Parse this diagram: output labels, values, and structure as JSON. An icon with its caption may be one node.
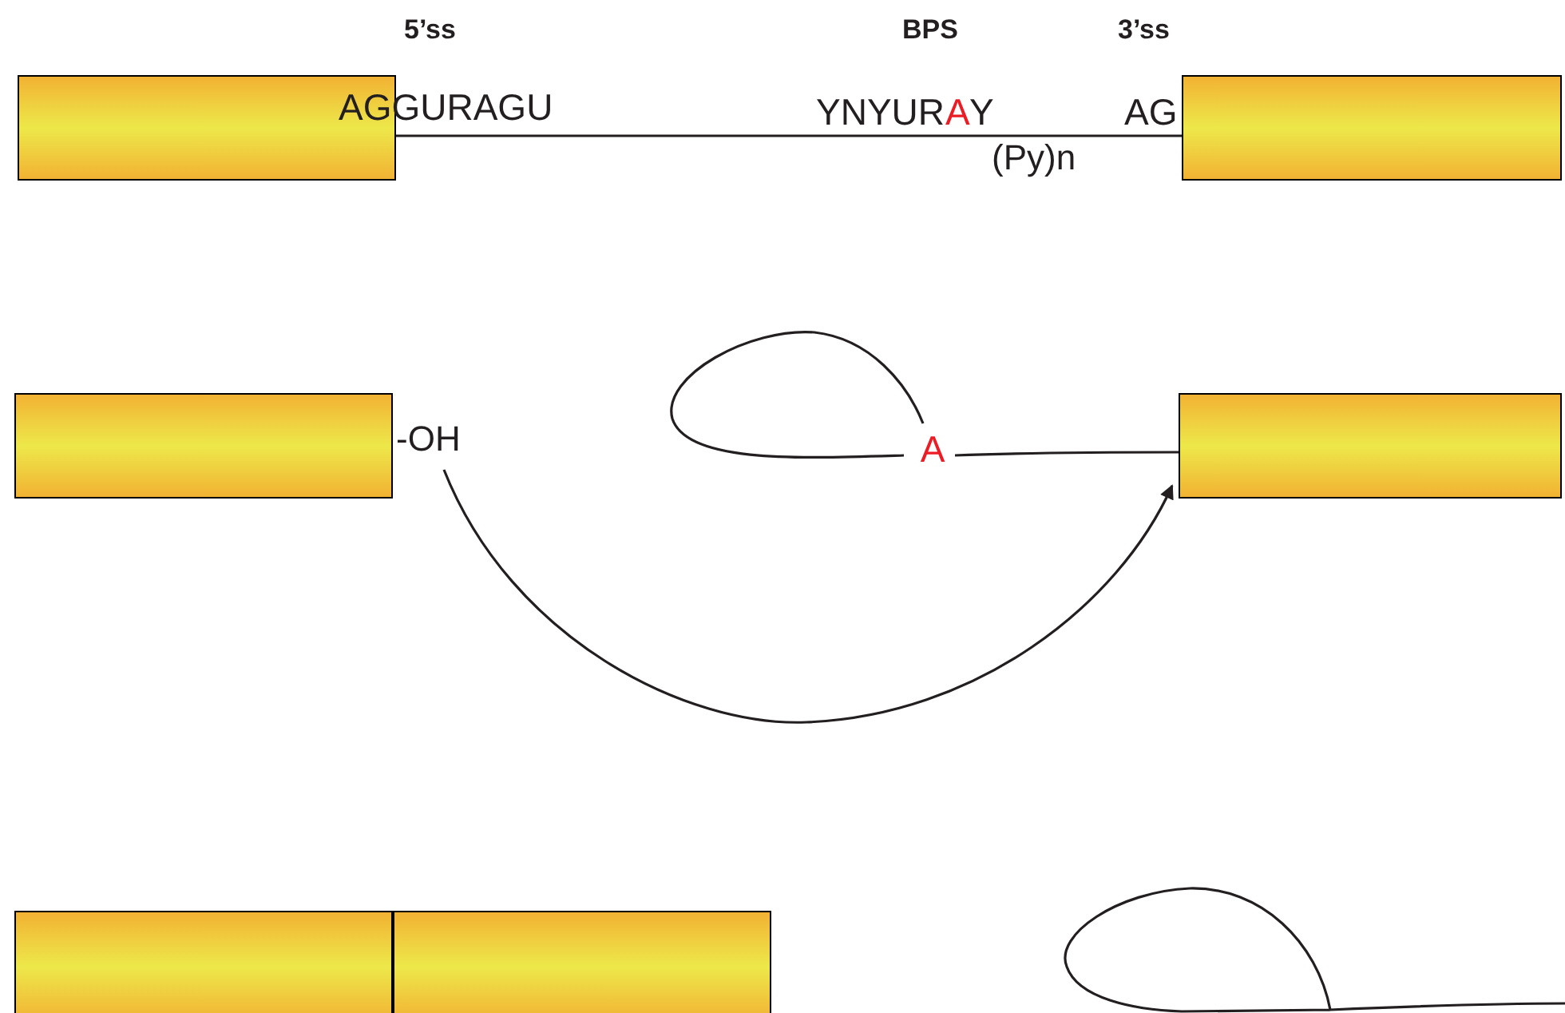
{
  "diagram": {
    "nodes": [
      {
        "text": [],
        "shape": "box"
      },
      {
        "text": [],
        "shape": "box"
      },
      {
        "text": [],
        "shape": "box"
      },
      {
        "text": [
          "-OH"
        ]
      },
      {
        "text": [
          "A"
        ]
      },
      {
        "text": [],
        "shape": "box"
      },
      {
        "text": [],
        "shape": "box"
      },
      {
        "text": [],
        "shape": "box"
      }
    ],
    "edges": [
      {
        "from": 0,
        "to": 1,
        "arrow": "none"
      },
      {
        "from": 4,
        "to": 5,
        "arrow": "none"
      },
      {
        "from": 3,
        "to": 5,
        "arrow": "to"
      }
    ],
    "labels": [
      "5’ss",
      "BPS",
      "3’ss",
      "AGGURAGU",
      "YNYUR",
      "A",
      "Y",
      "(Py)n",
      "AG"
    ]
  }
}
